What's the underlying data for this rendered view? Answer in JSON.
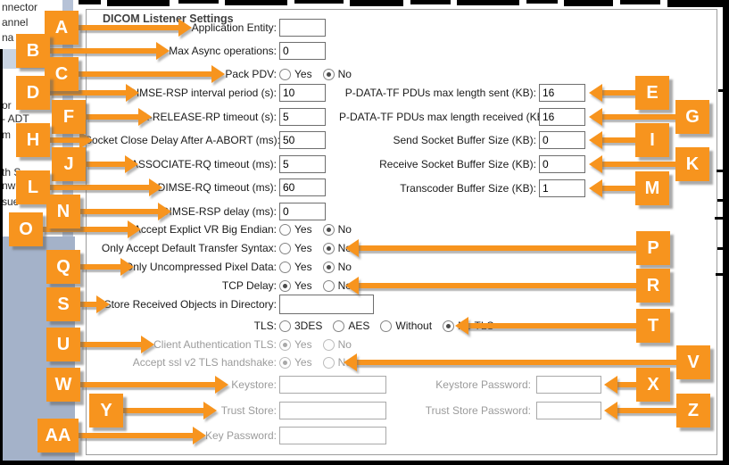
{
  "title": "DICOM Listener Settings",
  "sidebar": {
    "fragments": [
      "nnector",
      "annel",
      "na",
      "or",
      "- ADT",
      "m",
      "th S",
      "nw",
      "sue"
    ]
  },
  "radio": {
    "yes": "Yes",
    "no": "No"
  },
  "left_fields": [
    {
      "label": "Application Entity:",
      "value": ""
    },
    {
      "label": "Max Async operations:",
      "value": "0"
    },
    {
      "label": "Pack PDV:",
      "selected": "No"
    },
    {
      "label": "DIMSE-RSP interval period (s):",
      "value": "10"
    },
    {
      "label": "A-RELEASE-RP timeout (s):",
      "value": "5"
    },
    {
      "label": "Socket Close Delay After A-ABORT (ms):",
      "value": "50"
    },
    {
      "label": "ASSOCIATE-RQ timeout (ms):",
      "value": "5"
    },
    {
      "label": "DIMSE-RQ timeout (ms):",
      "value": "60"
    },
    {
      "label": "DIMSE-RSP delay (ms):",
      "value": "0"
    },
    {
      "label": "Accept Explict VR Big Endian:",
      "selected": "No"
    },
    {
      "label": "Only Accept Default Transfer Syntax:",
      "selected": "No"
    },
    {
      "label": "Only Uncompressed Pixel Data:",
      "selected": "No"
    },
    {
      "label": "TCP Delay:",
      "selected": "Yes"
    },
    {
      "label": "Store Received Objects in Directory:",
      "value": ""
    },
    {
      "label": "TLS:",
      "options": [
        "3DES",
        "AES",
        "Without",
        "No TLS"
      ],
      "selected": "No TLS"
    },
    {
      "label": "Client Authentication TLS:",
      "selected": "Yes",
      "disabled": true
    },
    {
      "label": "Accept ssl v2 TLS handshake:",
      "selected": "Yes",
      "disabled": true
    },
    {
      "label": "Keystore:",
      "value": "",
      "disabled": true
    },
    {
      "label": "Trust Store:",
      "value": "",
      "disabled": true
    },
    {
      "label": "Key Password:",
      "value": "",
      "disabled": true
    }
  ],
  "right_fields": [
    {
      "label": "P-DATA-TF PDUs max length sent (KB):",
      "value": "16"
    },
    {
      "label": "P-DATA-TF PDUs max length received (KB):",
      "value": "16"
    },
    {
      "label": "Send Socket Buffer Size (KB):",
      "value": "0"
    },
    {
      "label": "Receive Socket Buffer Size (KB):",
      "value": "0"
    },
    {
      "label": "Transcoder Buffer Size (KB):",
      "value": "1"
    },
    {
      "label": "Keystore Password:",
      "value": "",
      "disabled": true
    },
    {
      "label": "Trust Store Password:",
      "value": "",
      "disabled": true
    }
  ],
  "callouts": [
    "A",
    "B",
    "C",
    "D",
    "E",
    "F",
    "G",
    "H",
    "I",
    "J",
    "K",
    "L",
    "M",
    "N",
    "O",
    "P",
    "Q",
    "R",
    "S",
    "T",
    "U",
    "V",
    "W",
    "X",
    "Y",
    "Z",
    "AA"
  ],
  "colors": {
    "accent_orange": "#f7941e",
    "sidebar_blue": "#a4b2c9",
    "disabled_gray": "#9b9b9b"
  }
}
